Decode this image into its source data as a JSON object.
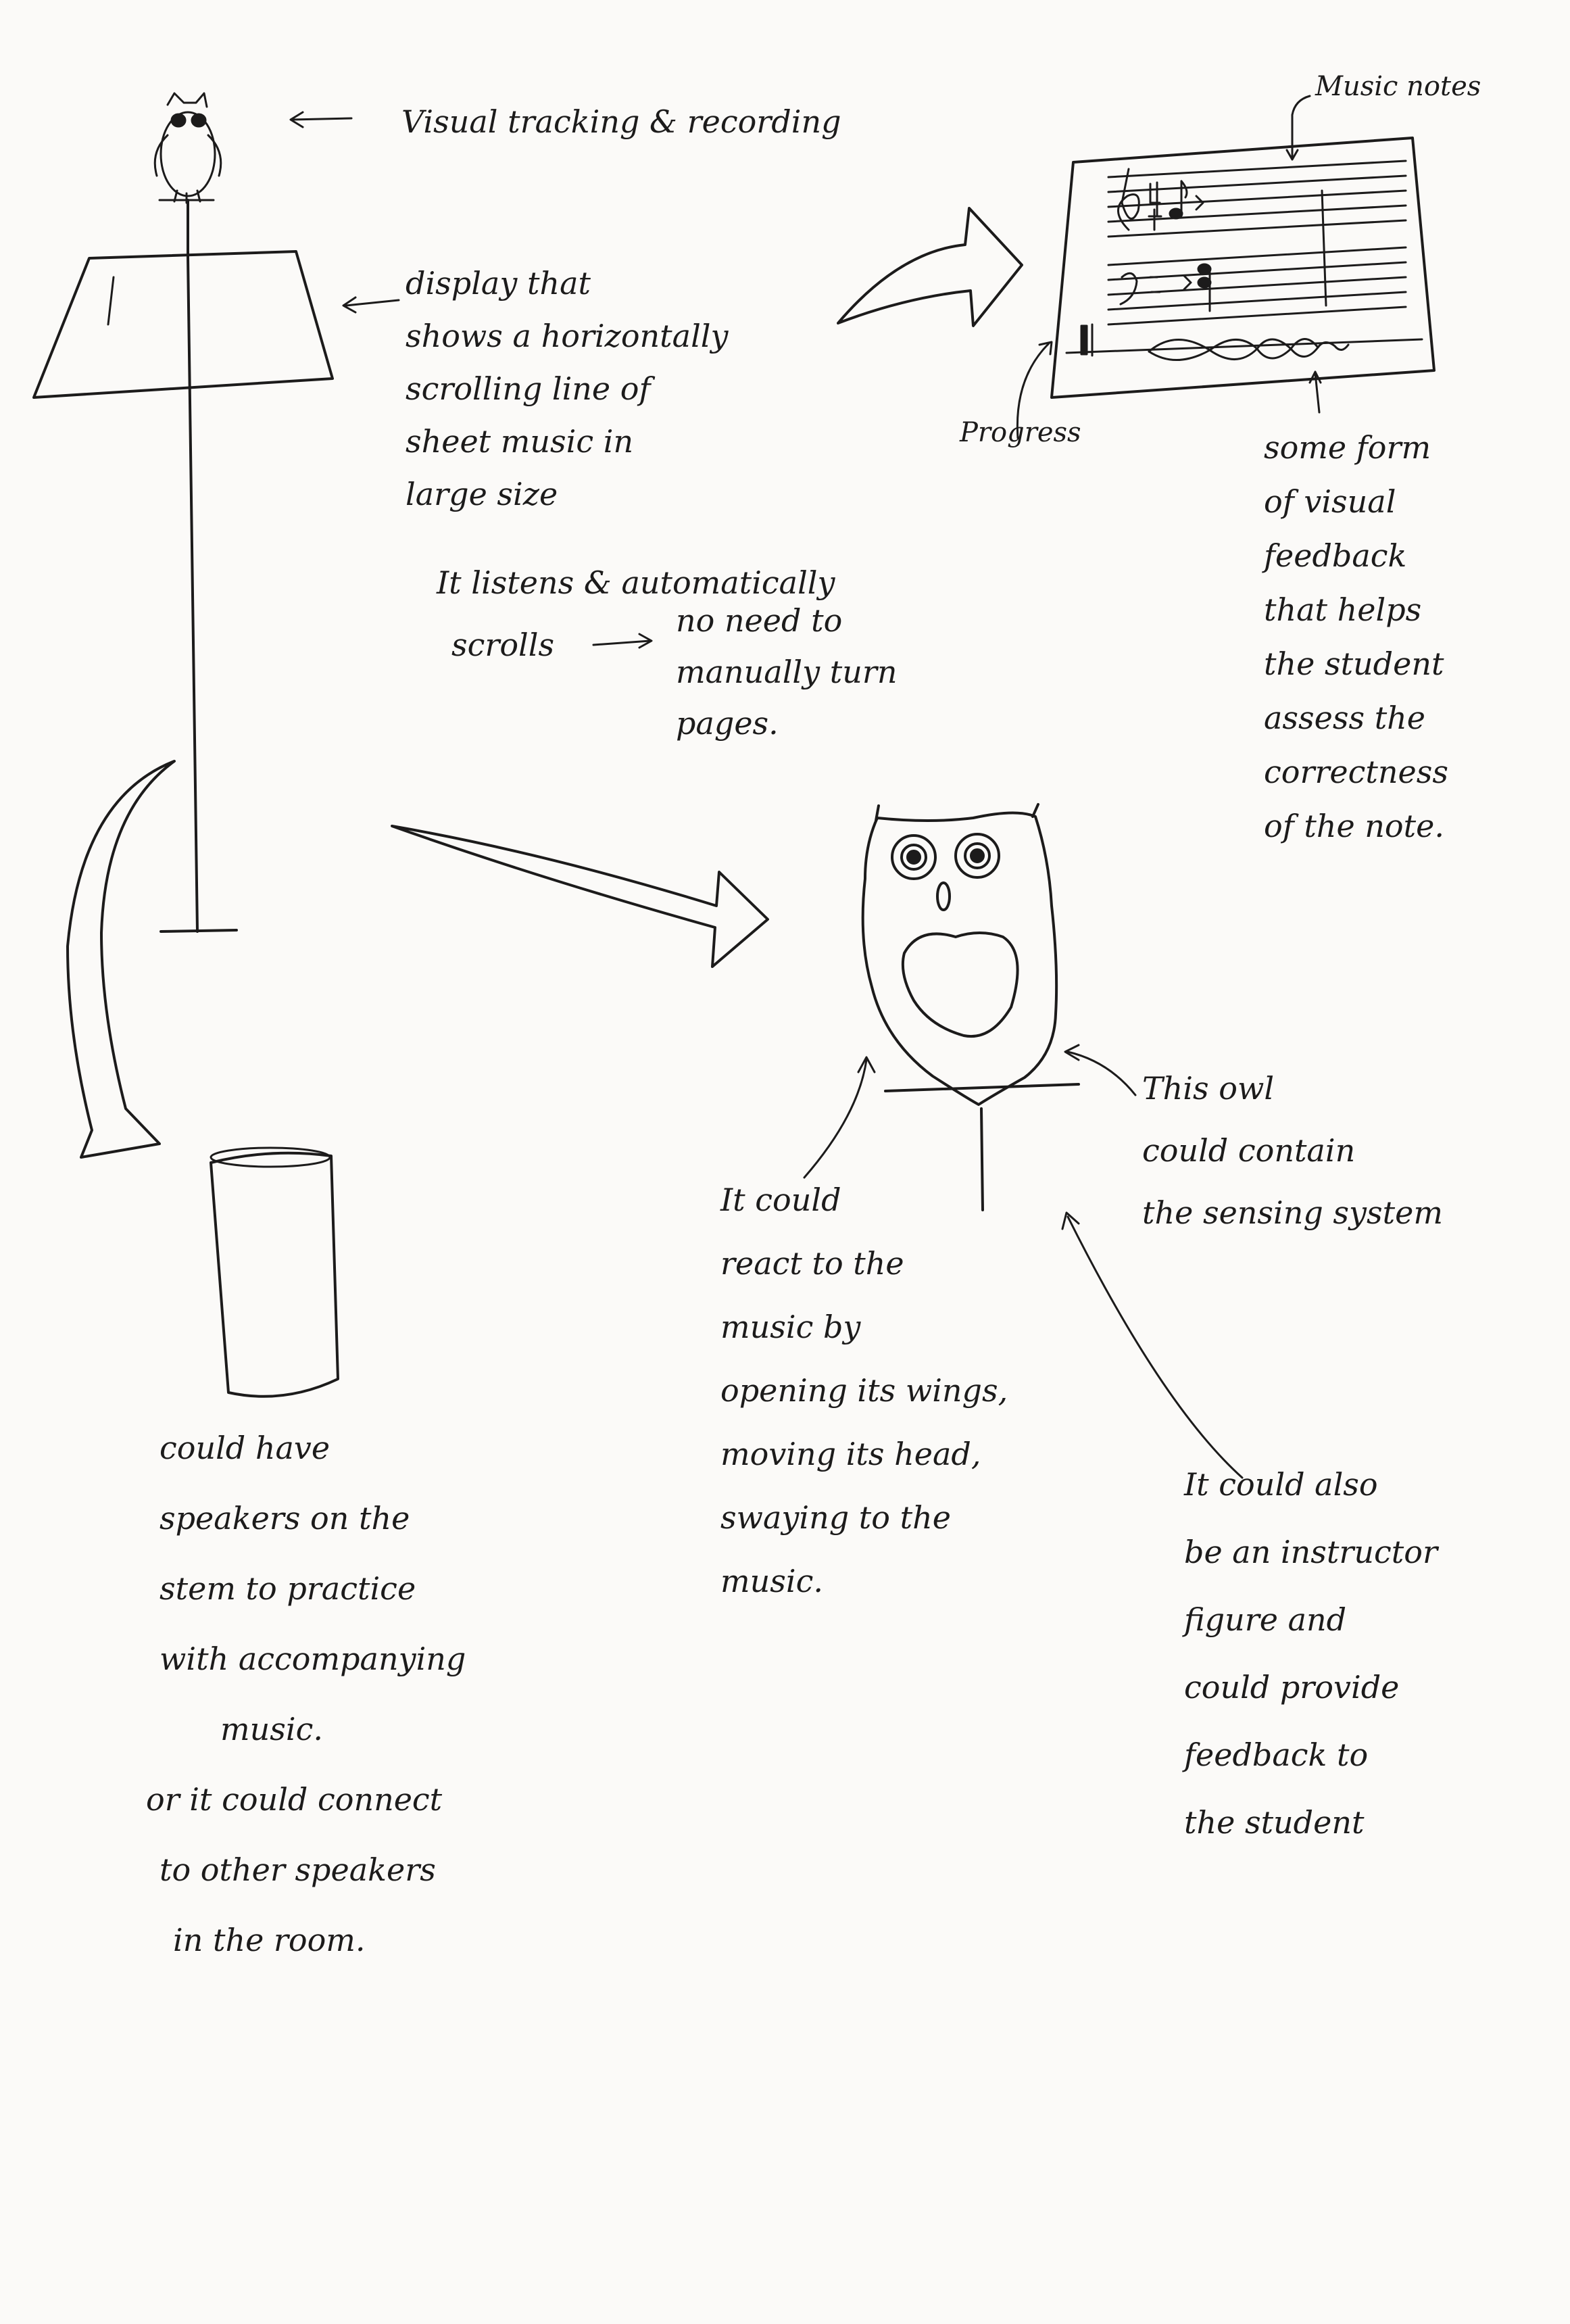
{
  "diagram": {
    "notes": {
      "visual_tracking": "Visual tracking & recording",
      "display": [
        "display that",
        "shows a horizontally",
        "scrolling line of",
        "sheet music in",
        "large size"
      ],
      "listens": "It listens & automatically",
      "scrolls": "scrolls",
      "no_need": [
        "no need to",
        "manually turn",
        "pages."
      ],
      "music_notes": "Music notes",
      "progress": "Progress",
      "visual_feedback": [
        "some form",
        "of visual",
        "feedback",
        "that helps",
        "the student",
        "assess the",
        "correctness",
        "of the note."
      ],
      "owl_contain": [
        "This owl",
        "could contain",
        "the sensing system"
      ],
      "owl_react": [
        "It could",
        "react to the",
        "music by",
        "opening its wings,",
        "moving its head,",
        "swaying to the",
        "music."
      ],
      "instructor": [
        "It could also",
        "be an instructor",
        "figure and",
        "could provide",
        "feedback to",
        "the student"
      ],
      "speakers": [
        "could have",
        "speakers on the",
        "stem to practice",
        "with accompanying",
        "music.",
        "or it could connect",
        "to other speakers",
        "in the room."
      ]
    }
  }
}
